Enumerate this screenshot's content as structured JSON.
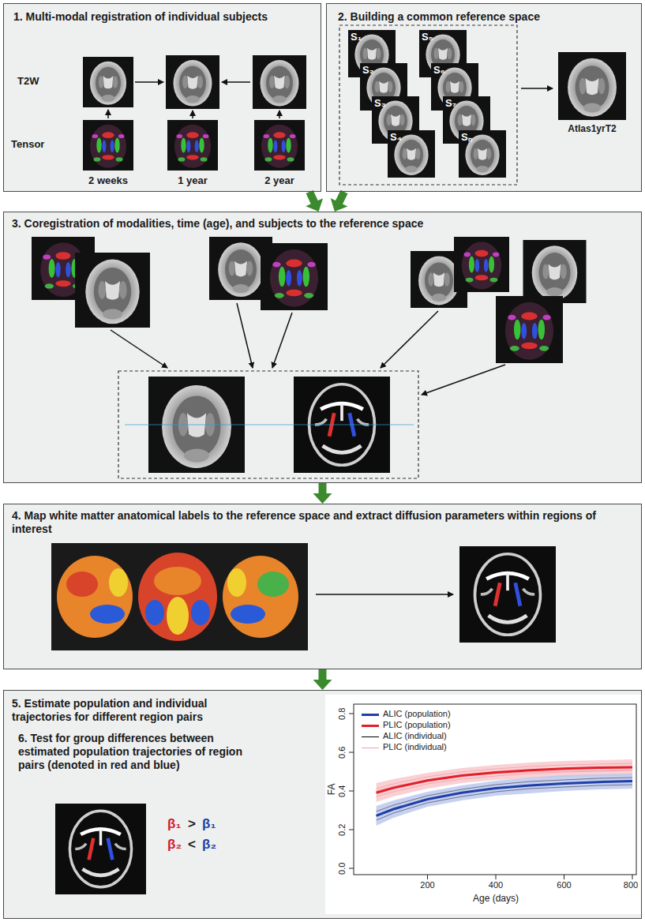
{
  "diagram": {
    "nodes": [
      {
        "text": [
          "1. Multi-modal registration of individual subjects"
        ]
      },
      {
        "text": [
          "2. Building a common reference space"
        ]
      },
      {
        "text": [
          "3. Coregistration of modalities, time (age), and subjects to the reference space"
        ]
      },
      {
        "text": [
          "4. Map white matter anatomical labels to the reference space and extract diffusion parameters within regions of interest"
        ]
      },
      {
        "text": [
          "5. Estimate population and individual trajectories for different region pairs",
          "6. Test for group differences between estimated population trajectories of region pairs (denoted in red and blue)"
        ]
      }
    ],
    "edges": [
      {
        "from": 0,
        "to": 2,
        "arrow": "to"
      },
      {
        "from": 1,
        "to": 2,
        "arrow": "to"
      },
      {
        "from": 2,
        "to": 3,
        "arrow": "to"
      },
      {
        "from": 3,
        "to": 4,
        "arrow": "to"
      }
    ],
    "labels": [
      "T2W",
      "Tensor",
      "2 weeks",
      "1 year",
      "2 year",
      "S₁",
      "S₅",
      "S₂",
      "S₆",
      "S₃",
      "S₇",
      "S₄",
      "Sₙ",
      "Atlas1yrT2",
      "FA",
      "Age (days)",
      "200",
      "400",
      "600",
      "800",
      "0.0",
      "0.2",
      "0.4",
      "0.6",
      "0.8",
      "β₁",
      ">",
      "β₁",
      "β₂",
      "<",
      "β₂"
    ],
    "legend": [
      {
        "text": "ALIC (population)",
        "color": "#1f3fa6"
      },
      {
        "text": "PLIC (population)",
        "color": "#e0202a"
      },
      {
        "text": "ALIC (individual)",
        "color": "#000000"
      },
      {
        "text": "PLIC (individual)",
        "color": "#f4a0a8"
      }
    ]
  }
}
